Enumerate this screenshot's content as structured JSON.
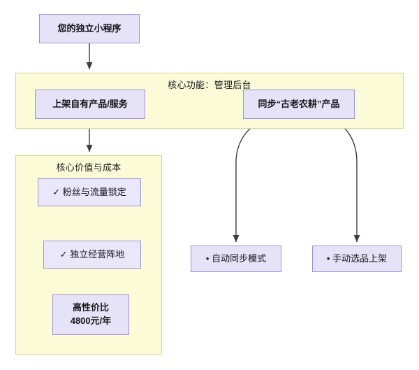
{
  "diagram": {
    "root": {
      "label": "您的独立小程序"
    },
    "groups": [
      {
        "key": "core_function",
        "title": "核心功能：管理后台",
        "nodes": [
          {
            "key": "own_products",
            "label": "上架自有产品/服务"
          },
          {
            "key": "sync_products",
            "label": "同步“古老农耕”产品"
          }
        ]
      },
      {
        "key": "core_value",
        "title": "核心价值与成本",
        "nodes": [
          {
            "key": "fans_lock",
            "label": "✓ 粉丝与流量锁定"
          },
          {
            "key": "independent_base",
            "label": "✓ 独立经营阵地"
          },
          {
            "key": "price",
            "line1": "高性价比",
            "line2": "4800元/年"
          }
        ]
      }
    ],
    "leaves": [
      {
        "key": "auto_sync",
        "label": "• 自动同步模式"
      },
      {
        "key": "manual_select",
        "label": "• 手动选品上架"
      }
    ],
    "colors": {
      "node_fill": "#e6e2f8",
      "node_border": "#9f93d4",
      "group_fill": "#fbfbd8",
      "group_border": "#d6d68f",
      "edge": "#3d3d3d",
      "text": "#16161a",
      "background": "#ffffff"
    }
  }
}
